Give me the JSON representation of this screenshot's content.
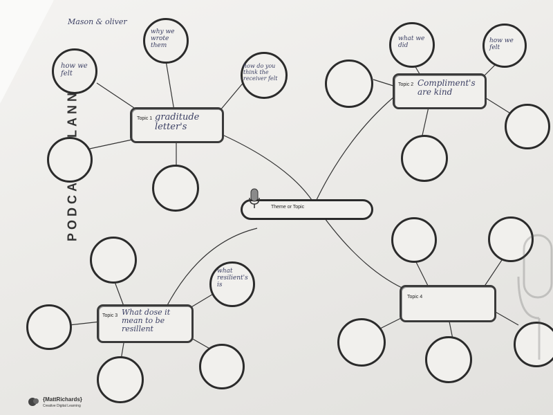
{
  "sheet": {
    "vertical_title": "PODCAST PLANNE",
    "names": "Mason & oliver",
    "theme_label": "Theme or Topic",
    "logo_name": "{MattRichards}",
    "logo_tagline": "Creative Digital Learning"
  },
  "topics": [
    {
      "label": "Topic 1",
      "text": "graditude letter's",
      "notes": [
        "why we wrote them",
        "how we felt",
        "how do you think the receiver felt"
      ]
    },
    {
      "label": "Topic 2",
      "text": "Compliment's are kind",
      "notes": [
        "what we did",
        "how we felt"
      ]
    },
    {
      "label": "Topic 3",
      "text": "What dose it mean to be resillent",
      "notes": [
        "what resilient's is"
      ]
    },
    {
      "label": "Topic 4",
      "text": "",
      "notes": []
    }
  ],
  "colors": {
    "ink": "#2b2b2b",
    "pen": "#3b3f63",
    "paper": "#efeeeb"
  }
}
